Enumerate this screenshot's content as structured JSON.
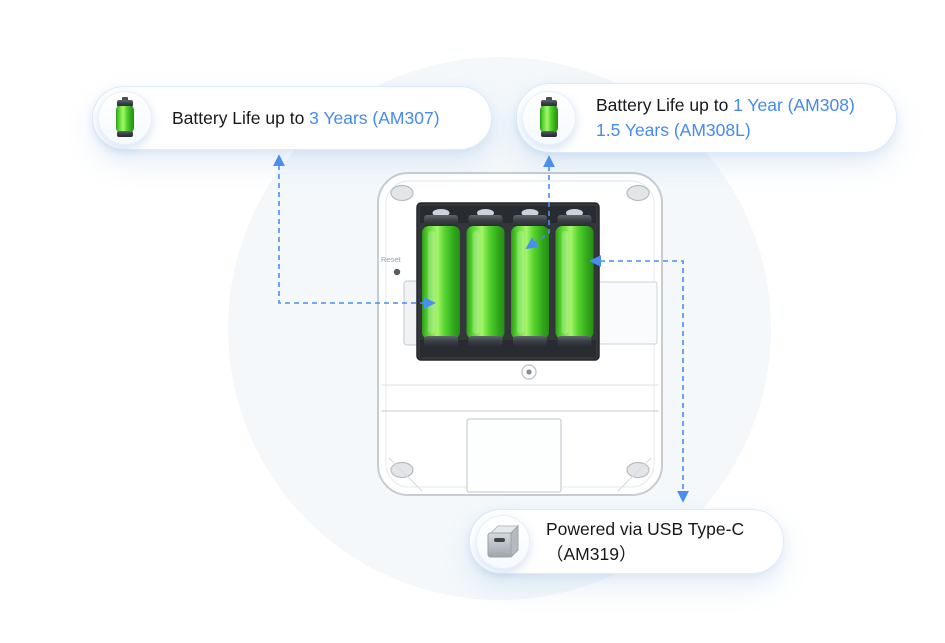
{
  "colors": {
    "accent_blue": "#4589f1",
    "arrow_blue": "#4a8ef2",
    "text_dark": "#17191c",
    "callout_border": "#dcebfc",
    "circle_bg": "#f4f8fb",
    "battery_green": "#55d32d"
  },
  "callout_am307": {
    "prefix": "Battery Life up to ",
    "value": "3 Years (AM307)"
  },
  "callout_am308": {
    "prefix": "Battery Life up to ",
    "value_line1": "1 Year (AM308)",
    "value_line2": "1.5 Years (AM308L)"
  },
  "callout_am319": {
    "line1": "Powered via USB Type-C",
    "line2": "（AM319）"
  },
  "device": {
    "reset_label": "Reset"
  }
}
